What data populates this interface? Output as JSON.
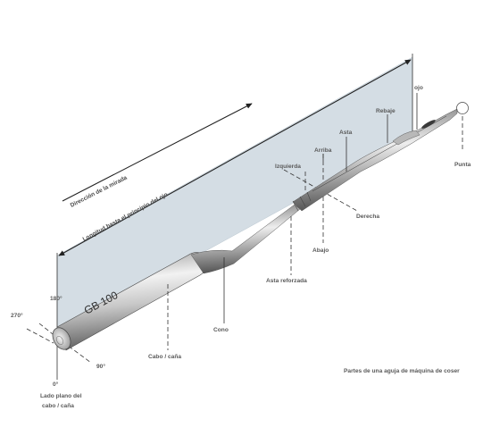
{
  "labels": {
    "direction": "Dirección de la mirada",
    "length": "Longitud hasta el principio del ojo",
    "deg180": "180°",
    "deg270": "270°",
    "deg90": "90°",
    "deg0": "0°",
    "flat_side_line1": "Lado plano del",
    "flat_side_line2": "cabo / caña",
    "shank": "Cabo / caña",
    "taper": "Cono",
    "reinforced_blade": "Asta reforzada",
    "up": "Arriba",
    "down": "Abajo",
    "left": "Izquierda",
    "right": "Derecha",
    "blade": "Asta",
    "scarf": "Rebaje",
    "eye": "ojo",
    "point": "Punta",
    "engraving": "GB 100"
  },
  "caption": "Partes de una aguja de máquina de coser",
  "colors": {
    "plane": "#d4dde4",
    "needle_light": "#ececec",
    "needle_dark": "#6a6a6a",
    "text": "#5a5a5a"
  }
}
